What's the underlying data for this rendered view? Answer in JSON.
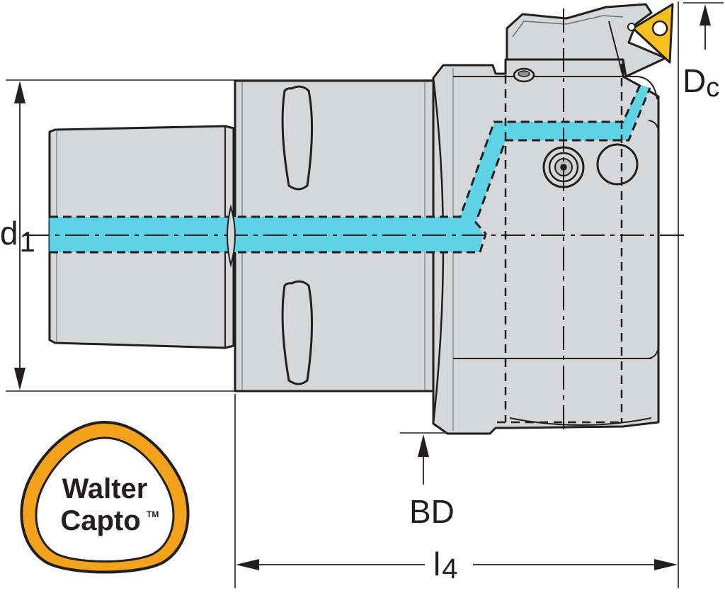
{
  "drawing": {
    "labels": {
      "d1_main": "d",
      "d1_sub": "1",
      "dc_main": "D",
      "dc_sub": "c",
      "bd": "BD",
      "l4_main": "l",
      "l4_sub": "4"
    },
    "logo": {
      "line1": "Walter",
      "line2": "Capto",
      "tm": "TM"
    },
    "colors": {
      "body": "#d5d7d8",
      "outline": "#231f20",
      "coolant": "#5fd3e6",
      "logo_ring": "#f3a31b",
      "insert": "#f6c01c"
    }
  }
}
